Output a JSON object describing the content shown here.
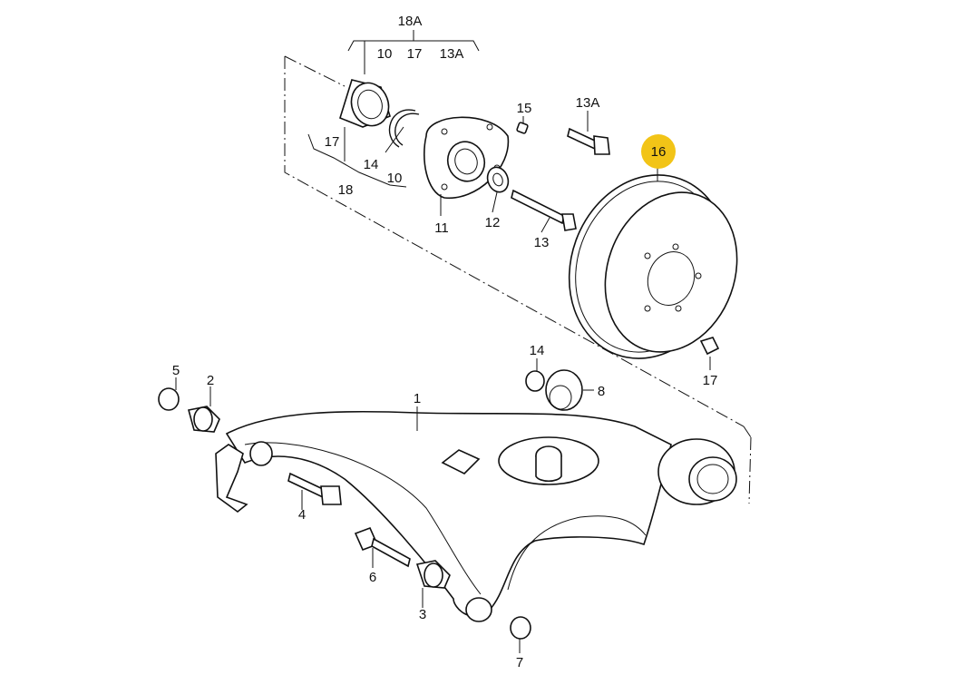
{
  "diagram": {
    "highlight_color": "#f2c417",
    "callouts": {
      "c18A": "18A",
      "c10a": "10",
      "c17a": "17",
      "c13Aa": "13A",
      "c17b": "17",
      "c14a": "14",
      "c10b": "10",
      "c18": "18",
      "c11": "11",
      "c12": "12",
      "c13": "13",
      "c15": "15",
      "c13Ab": "13A",
      "c16": "16",
      "c17c": "17",
      "c14b": "14",
      "c8": "8",
      "c1": "1",
      "c5": "5",
      "c2": "2",
      "c4": "4",
      "c6": "6",
      "c3": "3",
      "c7": "7"
    }
  }
}
